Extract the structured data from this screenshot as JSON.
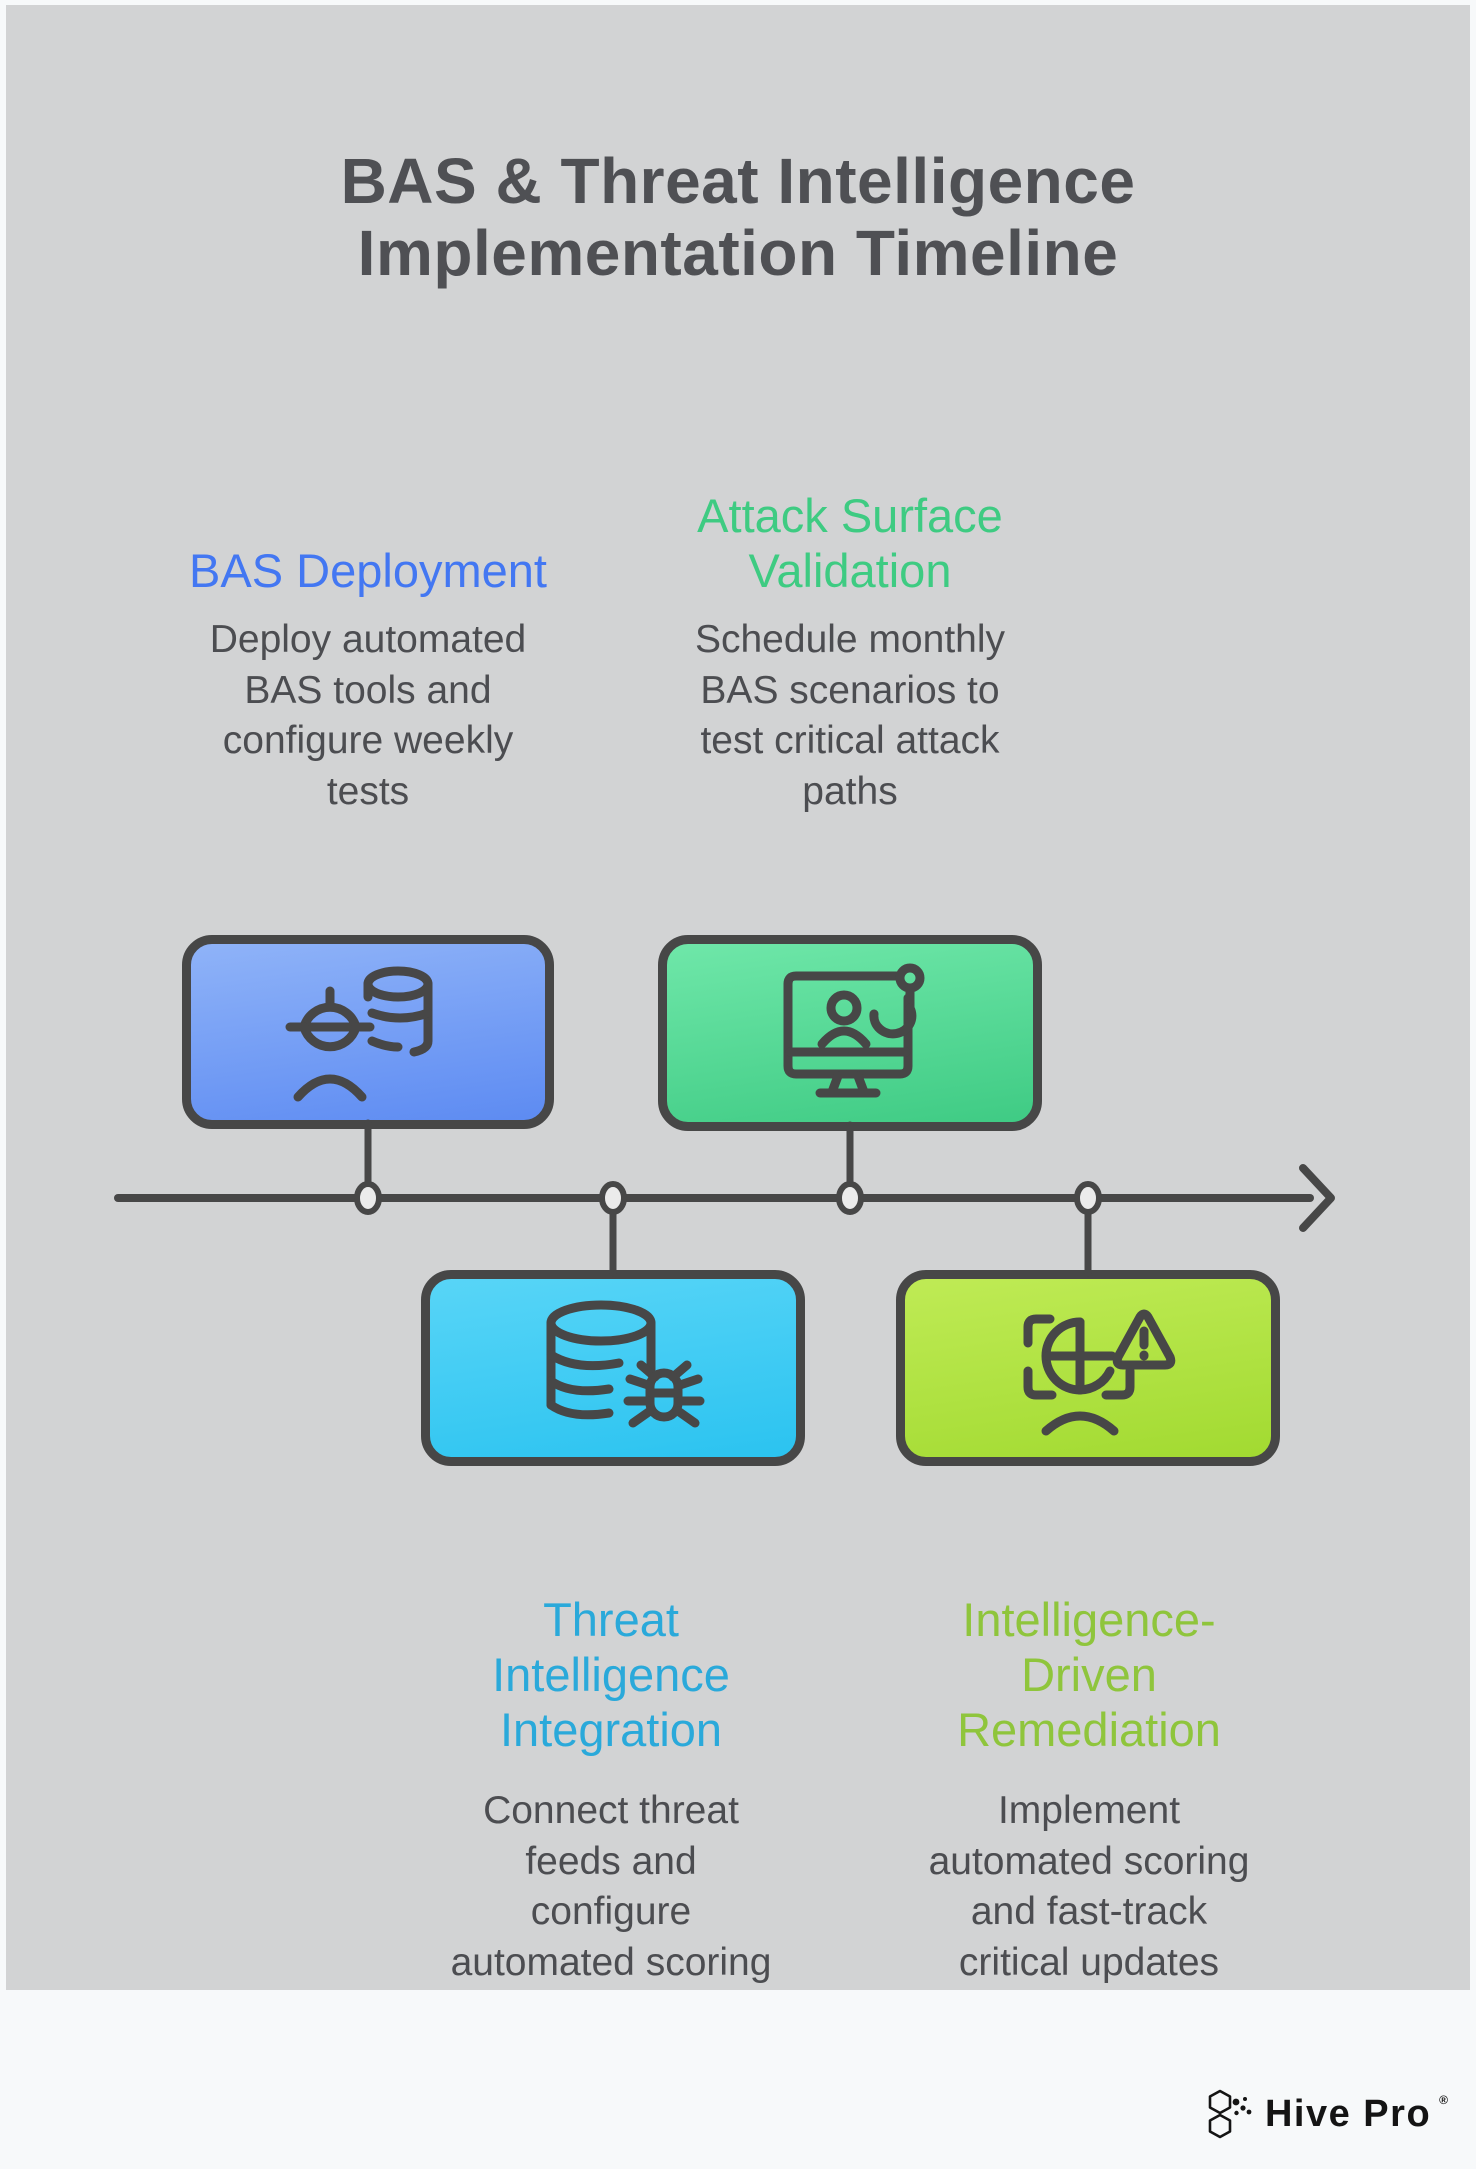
{
  "title": {
    "text": "BAS & Threat Intelligence\nImplementation Timeline"
  },
  "milestones": [
    {
      "title": "BAS Deployment",
      "description": "Deploy automated\nBAS tools and\nconfigure weekly\ntests",
      "accent_color": "#4377f2",
      "box_gradient": [
        "#8fb3f8",
        "#5d8bf2"
      ],
      "icon": "engineer-database-icon",
      "position": "above-timeline"
    },
    {
      "title": "Attack Surface\nValidation",
      "description": "Schedule monthly\nBAS scenarios to\ntest critical attack\npaths",
      "accent_color": "#3ecb82",
      "box_gradient": [
        "#6fe7a9",
        "#3fcb84"
      ],
      "icon": "monitor-phishing-hook-icon",
      "position": "above-timeline"
    },
    {
      "title": "Threat\nIntelligence\nIntegration",
      "description": "Connect threat\nfeeds and\nconfigure\nautomated scoring",
      "accent_color": "#2aa9da",
      "box_gradient": [
        "#58d5f7",
        "#2bc3f0"
      ],
      "icon": "database-bug-icon",
      "position": "below-timeline"
    },
    {
      "title": "Intelligence-\nDriven\nRemediation",
      "description": "Implement\nautomated scoring\nand fast-track\ncritical updates",
      "accent_color": "#8fc53c",
      "box_gradient": [
        "#bfeb55",
        "#a2da31"
      ],
      "icon": "globe-scan-warning-icon",
      "position": "below-timeline"
    }
  ],
  "timeline": {
    "direction": "left-to-right",
    "node_count": 4,
    "line_color": "#474747",
    "node_fill": "#ebebeb"
  },
  "footer": {
    "brand": "Hive Pro",
    "registered_mark": "®"
  },
  "colors": {
    "panel_background": "#d2d3d4",
    "page_background": "#f7f9fa",
    "heading_text": "#4f5054",
    "body_text": "#4c4d51",
    "stroke": "#474747"
  }
}
